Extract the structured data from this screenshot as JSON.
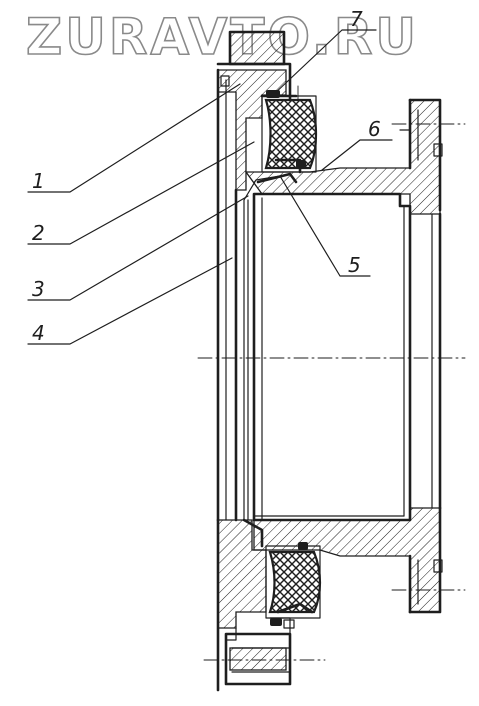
{
  "watermark": {
    "text": "ZURAVTO.RU"
  },
  "callouts": [
    {
      "id": "1",
      "label": "1"
    },
    {
      "id": "2",
      "label": "2"
    },
    {
      "id": "3",
      "label": "3"
    },
    {
      "id": "4",
      "label": "4"
    },
    {
      "id": "5",
      "label": "5"
    },
    {
      "id": "6",
      "label": "6"
    },
    {
      "id": "7",
      "label": "7"
    }
  ],
  "colors": {
    "ink": "#1e1e1e",
    "paper": "#ffffff",
    "watermark_outline": "#8a8a8a"
  }
}
